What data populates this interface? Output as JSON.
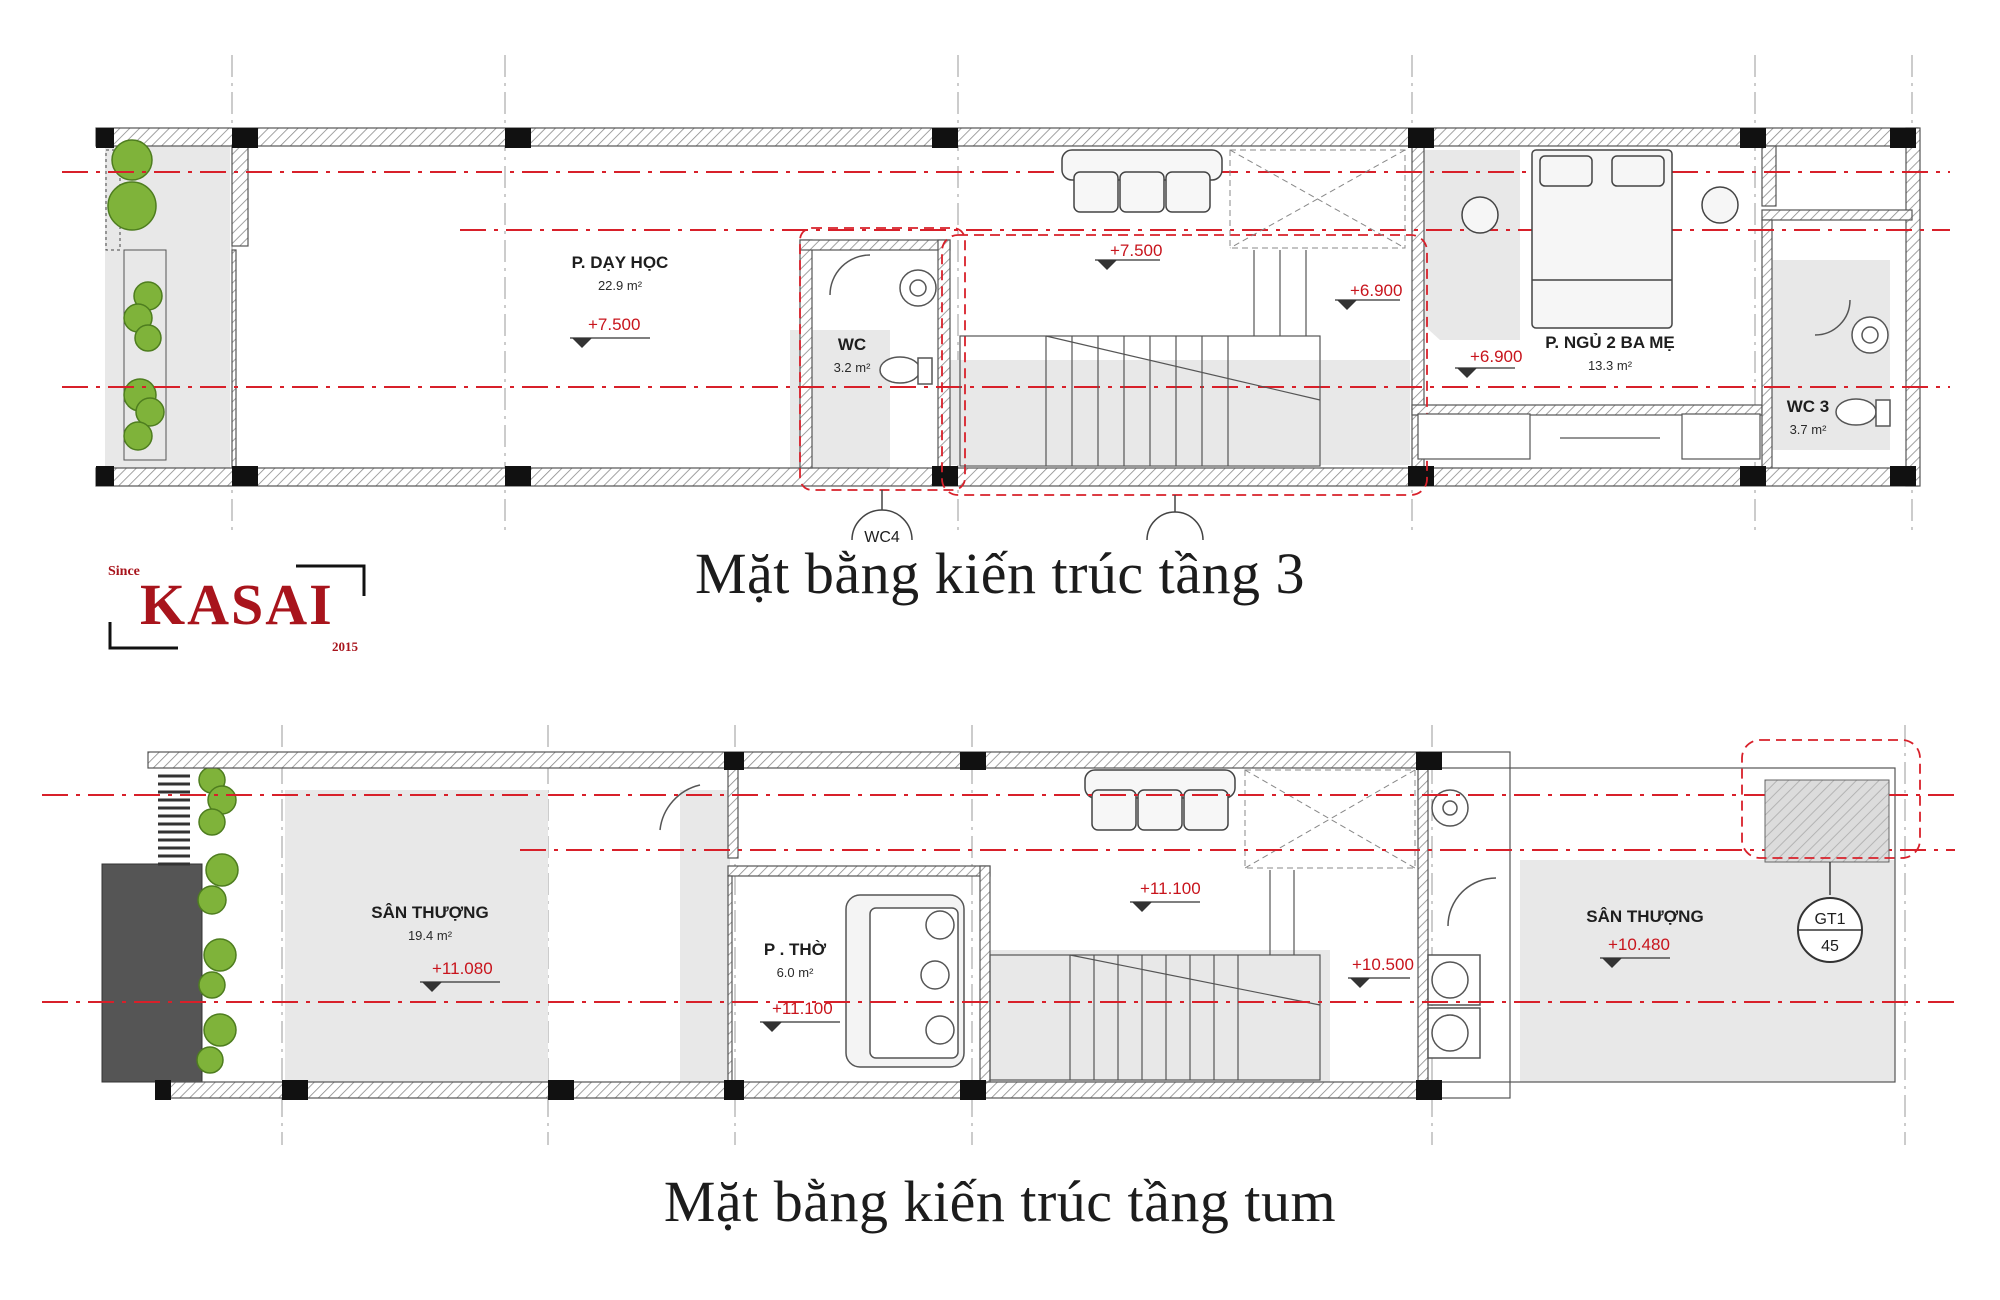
{
  "logo": {
    "since": "Since",
    "name": "KASAI",
    "year": "2015",
    "color": "#a8141c"
  },
  "colors": {
    "wall_hatch": "#8a8a8a",
    "axis": "#d8202a",
    "shade": "#e6e6e6",
    "column": "#111111",
    "plant": "#7fb33a"
  },
  "floor3": {
    "caption": "Mặt bằng kiến trúc tầng 3",
    "rooms": [
      {
        "label": "P. DẠY HỌC",
        "area": "22.9 m²",
        "level": "+7.500"
      },
      {
        "label": "WC",
        "area": "3.2 m²"
      },
      {
        "label": "P. NGỦ 2 BA MẸ",
        "area": "13.3 m²",
        "level": "+6.900"
      },
      {
        "label": "WC 3",
        "area": "3.7 m²"
      }
    ],
    "levels": [
      "+7.500",
      "+6.900"
    ],
    "tag": "WC4"
  },
  "floor_tum": {
    "caption": "Mặt bằng kiến trúc tầng tum",
    "rooms": [
      {
        "label": "SÂN THƯỢNG",
        "area": "19.4 m²",
        "level": "+11.080"
      },
      {
        "label": "P . THỜ",
        "area": "6.0 m²",
        "level": "+11.100"
      },
      {
        "label": "SÂN THƯỢNG",
        "level": "+10.480"
      }
    ],
    "levels": [
      "+11.100",
      "+10.500"
    ],
    "tank_tag": {
      "code": "GT1",
      "number": "45"
    }
  }
}
